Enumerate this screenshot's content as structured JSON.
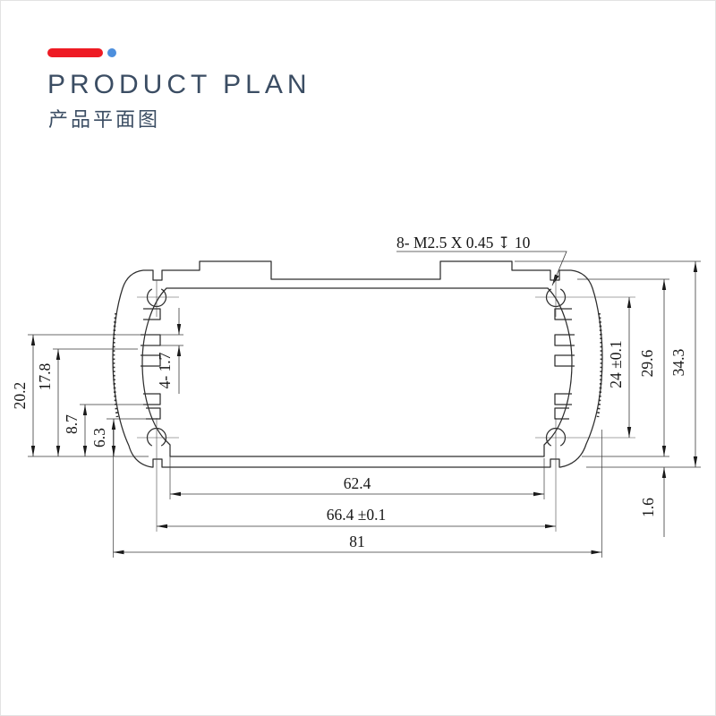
{
  "header": {
    "title_en": "PRODUCT PLAN",
    "title_zh": "产品平面图",
    "accent_bar_color": "#ee1b24",
    "accent_dot_color": "#4d8fdd",
    "title_color": "#3b4d63"
  },
  "drawing": {
    "callout": "8- M2.5 X 0.45 ↧ 10",
    "dims": {
      "d202": "20.2",
      "d178": "17.8",
      "d87": "8.7",
      "d63": "6.3",
      "slot": "4- 1.7",
      "d24": "24 ±0.1",
      "d296": "29.6",
      "d343": "34.3",
      "d16": "1.6",
      "d624": "62.4",
      "d664": "66.4 ±0.1",
      "d81": "81"
    }
  }
}
